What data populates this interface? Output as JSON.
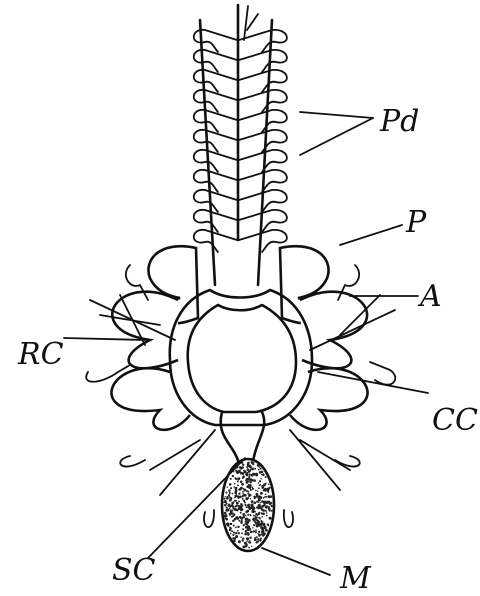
{
  "labels": {
    "pd": "Pd",
    "p": "P",
    "a": "A",
    "rc": "RC",
    "cc": "CC",
    "sc": "SC",
    "m": "M"
  },
  "colors": {
    "ink": "#111111",
    "paper": "#ffffff",
    "stipple": "#222222"
  }
}
